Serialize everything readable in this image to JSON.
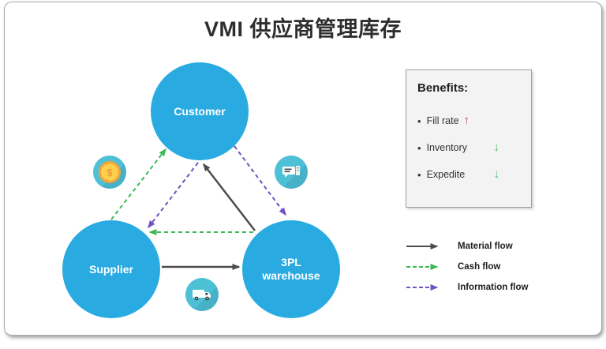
{
  "slide": {
    "title": "VMI 供应商管理库存"
  },
  "nodes": {
    "customer": {
      "label": "Customer"
    },
    "supplier": {
      "label": "Supplier"
    },
    "warehouse": {
      "label_line1": "3PL",
      "label_line2": "warehouse"
    }
  },
  "icons": {
    "coin": {
      "name": "dollar-coin-icon",
      "symbol": "$"
    },
    "message": {
      "name": "message-icon"
    },
    "truck": {
      "name": "truck-icon"
    }
  },
  "flows": [
    {
      "type": "cash",
      "from": "supplier",
      "to": "customer",
      "style": "dashed",
      "color": "#3cb854"
    },
    {
      "type": "information",
      "from": "customer",
      "to": "supplier",
      "style": "dashed",
      "color": "#7052c4"
    },
    {
      "type": "material",
      "from": "warehouse",
      "to": "customer",
      "style": "solid",
      "color": "#4d4d4d"
    },
    {
      "type": "cash",
      "from": "warehouse",
      "to": "supplier",
      "style": "dashed",
      "color": "#3cb854"
    },
    {
      "type": "information",
      "from": "customer",
      "to": "warehouse",
      "style": "dashed",
      "color": "#7052c4"
    },
    {
      "type": "material",
      "from": "supplier",
      "to": "warehouse",
      "style": "solid",
      "color": "#4d4d4d"
    }
  ],
  "benefits": {
    "title": "Benefits:",
    "bullet": "•",
    "items": [
      {
        "label": "Fill rate",
        "direction": "up",
        "arrow": "↑",
        "color": "#cb3349"
      },
      {
        "label": "Inventory",
        "direction": "down",
        "arrow": "↓",
        "color": "#52b86a"
      },
      {
        "label": "Expedite",
        "direction": "down",
        "arrow": "↓",
        "color": "#52b86a"
      }
    ]
  },
  "legend": {
    "items": [
      {
        "label": "Material flow",
        "style": "solid",
        "color": "#4d4d4d"
      },
      {
        "label": "Cash flow",
        "style": "dashed",
        "color": "#3cb854"
      },
      {
        "label": "Information flow",
        "style": "dashed",
        "color": "#7052c4"
      }
    ]
  },
  "colors": {
    "node_fill": "#29abe2",
    "node_text": "#ffffff",
    "icon_badge_fill": "#4ec0d6",
    "benefits_background": "#f3f3f3",
    "slide_background": "#ffffff"
  }
}
